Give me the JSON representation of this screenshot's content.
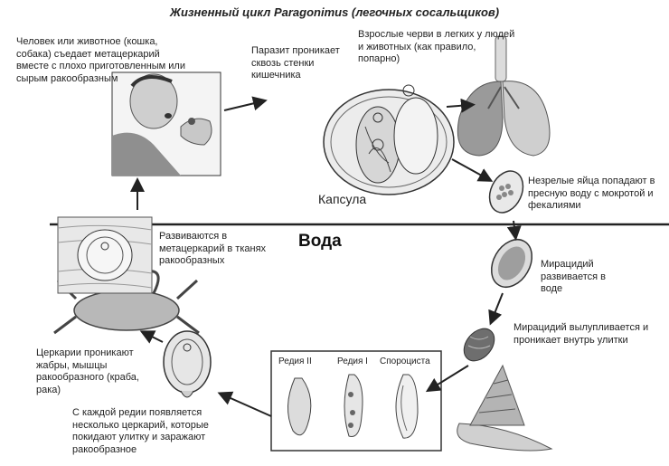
{
  "title": "Жизненный цикл Paragonimus (легочных сосальщиков)",
  "water_label": "Вода",
  "capsule_label": "Капсула",
  "steps": {
    "eat": "Человек или животное (кошка, собака) съедает метацеркарий вместе с плохо приготовленным или сырым ракообразным",
    "intestine": "Паразит проникает сквозь стенки кишечника",
    "adults": "Взрослые черви в легких у людей и животных (как правило, попарно)",
    "eggs": "Незрелые яйца попадают в пресную воду с мокротой и фекалиями",
    "miracidium_develops": "Мирацидий развивается в воде",
    "miracidium_hatches": "Мирацидий вылупливается и проникает внутрь улитки",
    "cercariae_from_redia": "С каждой редии появляется несколько церкарий, которые покидают улитку и заражают ракообразное",
    "cercariae_gills": "Церкарии проникают жабры, мышцы ракообразного (краба, рака)",
    "metacercaria": "Развиваются в метацеркарий в тканях ракообразных"
  },
  "snail_stages": {
    "redia2": "Редия II",
    "redia1": "Редия I",
    "sporocyst": "Спороциста"
  },
  "colors": {
    "ink": "#222222",
    "stroke": "#444444",
    "fill_light": "#e6e6e6",
    "fill_mid": "#bdbdbd",
    "fill_dark": "#7a7a7a"
  }
}
